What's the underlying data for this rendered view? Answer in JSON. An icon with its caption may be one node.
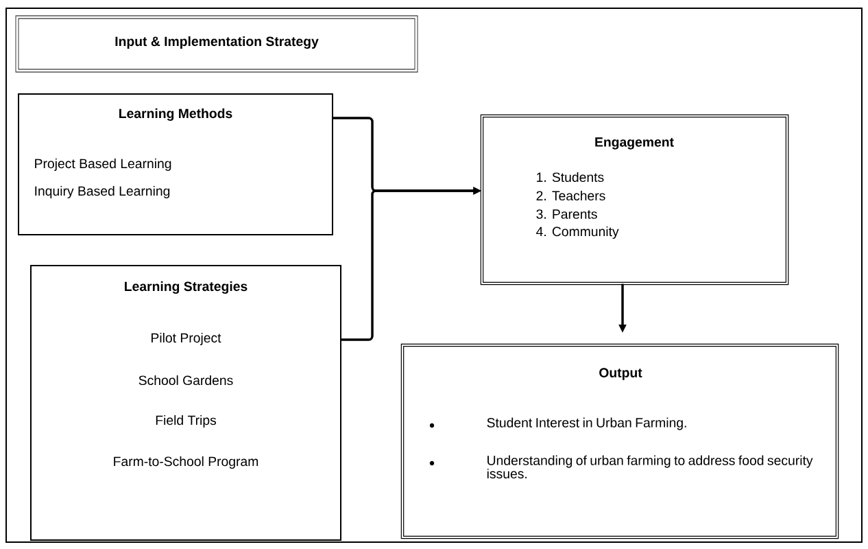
{
  "diagram": {
    "nodes": [
      {
        "text": [
          "Input & Implementation Strategy"
        ]
      },
      {
        "text": [
          "Learning Methods",
          "Project Based Learning",
          "Inquiry Based Learning"
        ]
      },
      {
        "text": [
          "Learning Strategies",
          "Pilot Project",
          "School Gardens",
          "Field Trips",
          "Farm-to-School Program"
        ]
      },
      {
        "text": [
          "Engagement",
          "1. Students",
          "2. Teachers",
          "3. Parents",
          "4. Community"
        ]
      },
      {
        "text": [
          "Output",
          "Student Interest in Urban Farming.",
          "Understanding of urban farming to address food security issues."
        ]
      }
    ],
    "edges": [
      {
        "from": 1,
        "to": 3,
        "arrow": "to"
      },
      {
        "from": 2,
        "to": 3,
        "arrow": "to"
      },
      {
        "from": 3,
        "to": 4,
        "arrow": "to"
      }
    ]
  }
}
